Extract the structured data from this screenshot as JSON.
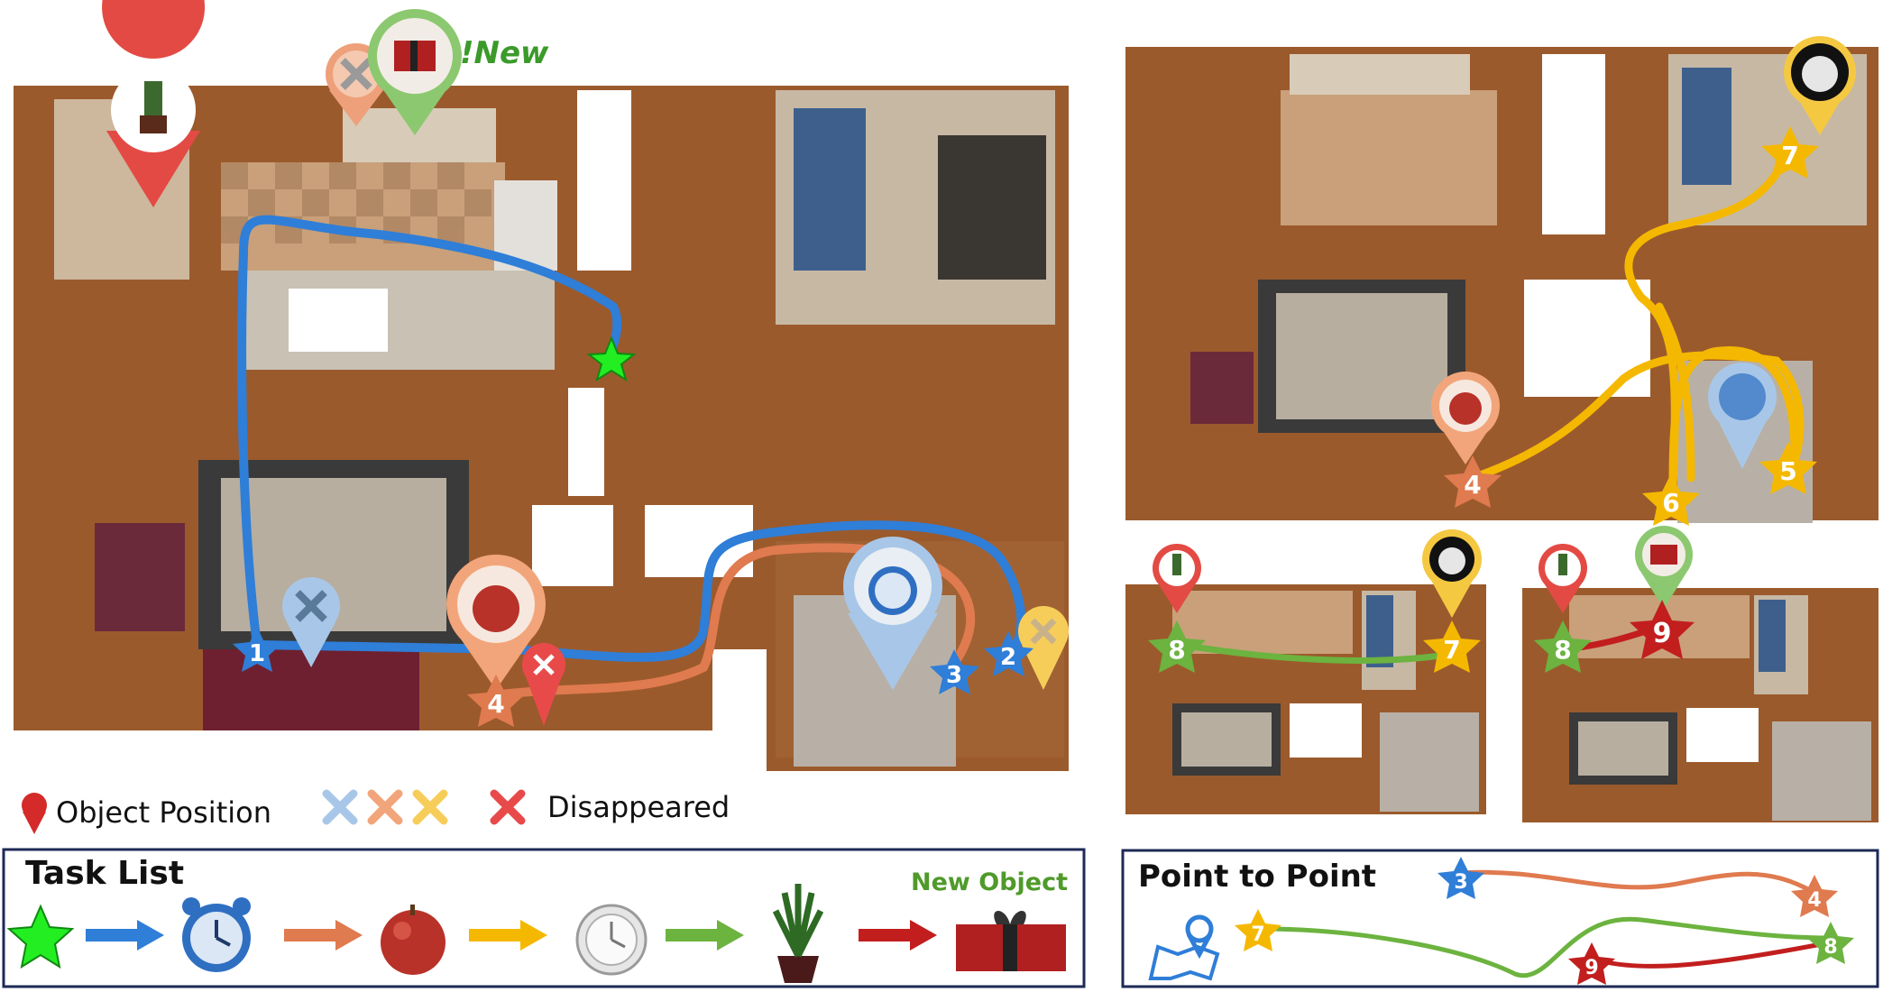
{
  "new_tag": "!New",
  "legend": {
    "object_position": "Object Position",
    "disappeared": "Disappeared"
  },
  "task_list": {
    "title": "Task List",
    "new_object": "New Object"
  },
  "point_to_point": {
    "title": "Point to Point"
  },
  "markers": {
    "m1": "1",
    "m2": "2",
    "m3": "3",
    "m4": "4",
    "r4": "4",
    "r5": "5",
    "r6": "6",
    "r7": "7",
    "b7": "7",
    "b8": "8",
    "c8": "8",
    "c9": "9",
    "p3": "3",
    "p4": "4",
    "p7": "7",
    "p8": "8",
    "p9": "9"
  },
  "colors": {
    "blue": "#2f7ed8",
    "orange": "#e07a4f",
    "yellow": "#f5b800",
    "green": "#6cb33f",
    "red": "#d42a2a",
    "lime": "#22ee22",
    "navy": "#1e2a55"
  }
}
